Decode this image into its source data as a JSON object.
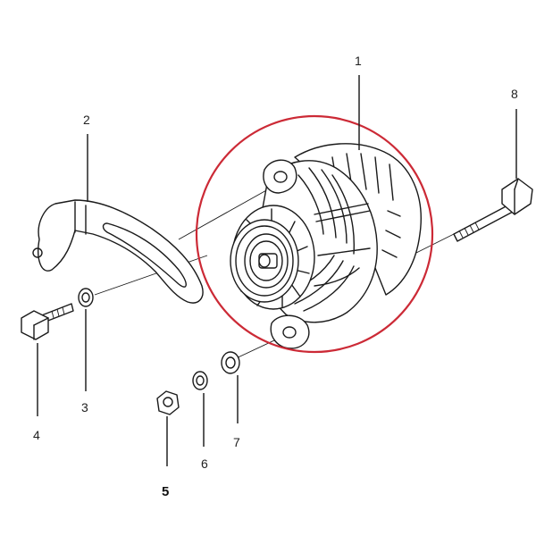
{
  "diagram": {
    "highlight_color": "#cc2a36",
    "callouts": {
      "c1": "1",
      "c2": "2",
      "c3": "3",
      "c4": "4",
      "c5": "5",
      "c6": "6",
      "c7": "7",
      "c8": "8"
    }
  }
}
